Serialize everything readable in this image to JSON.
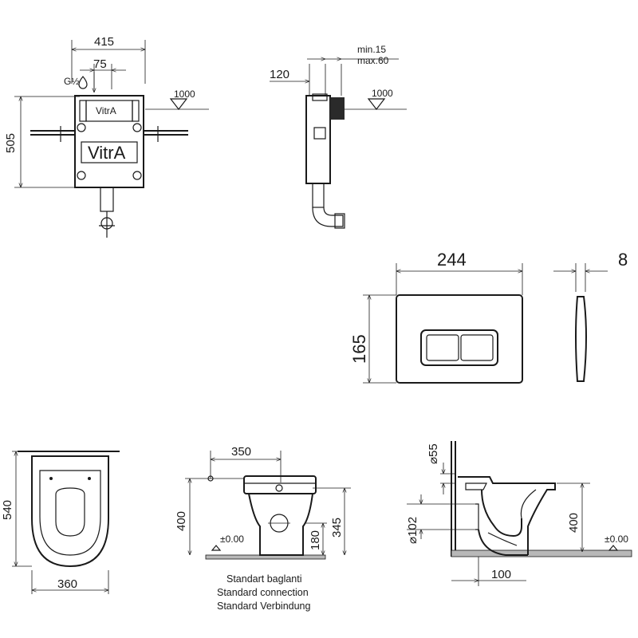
{
  "frame": {
    "dims": {
      "width": "415",
      "offset": "75",
      "height": "505",
      "pipe": "G½",
      "level": "1000",
      "brand_top": "VitrA",
      "brand_front": "VitrA"
    },
    "side": {
      "depth": "120",
      "min": "min.15",
      "max": "max.60",
      "level": "1000"
    }
  },
  "plate": {
    "width": "244",
    "height": "165",
    "thickness": "8"
  },
  "toilet_top": {
    "length": "540",
    "width": "360"
  },
  "toilet_front": {
    "distance": "350",
    "height": "400",
    "zero": "±0.00",
    "inlet_height": "180",
    "outlet_height": "345"
  },
  "toilet_side": {
    "top_dim": "55",
    "diameter": "102",
    "height": "400",
    "zero": "±0.00",
    "offset": "100"
  },
  "connection_note": [
    "Standart baglanti",
    "Standard connection",
    "Standard Verbindung"
  ]
}
